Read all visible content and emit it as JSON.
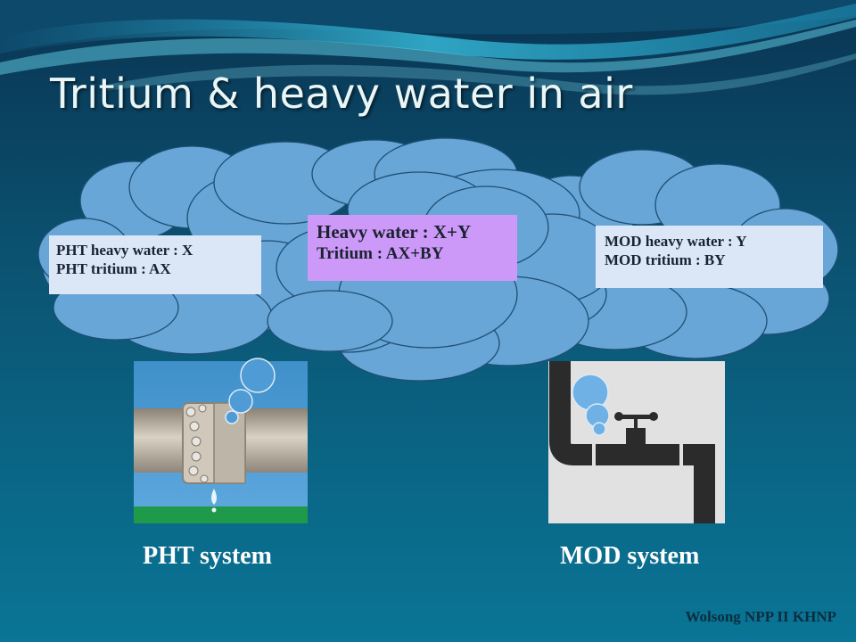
{
  "slide": {
    "title": "Tritium & heavy water in air",
    "footer": "Wolsong NPP II KHNP"
  },
  "boxes": {
    "pht": {
      "line1": "PHT heavy water : X",
      "line2": "PHT tritium : AX"
    },
    "combined": {
      "line1": "Heavy water : X+Y",
      "line2": "Tritium : AX+BY"
    },
    "mod": {
      "line1": "MOD heavy water : Y",
      "line2": "MOD tritium : BY"
    }
  },
  "captions": {
    "pht": "PHT system",
    "mod": "MOD system"
  },
  "colors": {
    "background_top": "#0a3d5c",
    "background_bottom": "#0b6f8e",
    "cloud_fill": "#68a6d8",
    "cloud_stroke": "#1e4f73",
    "pht_box": "#dbe6f6",
    "combined_box": "#cc99f8",
    "mod_box": "#dbe6f6"
  }
}
